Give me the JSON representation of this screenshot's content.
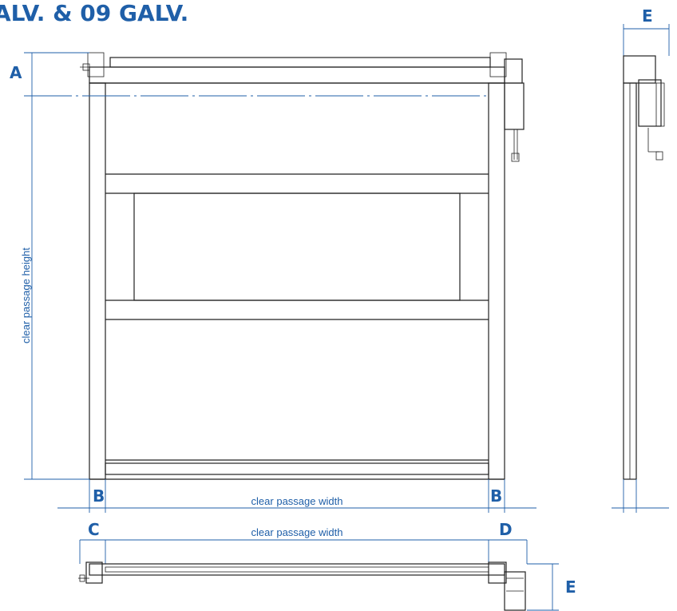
{
  "heading": "ALV. & 09 GALV.",
  "labels": {
    "a": "A",
    "b_left": "B",
    "b_right": "B",
    "c": "C",
    "d": "D",
    "e_top": "E",
    "e_bottom": "E"
  },
  "dimensions": {
    "height_front": "clear passage height",
    "width_front": "clear passage width",
    "width_top": "clear passage width"
  },
  "colors": {
    "dimension": "#1f5fa8",
    "label": "#1f5fa8",
    "line": "#222222",
    "heading": "#1f5fa8"
  }
}
